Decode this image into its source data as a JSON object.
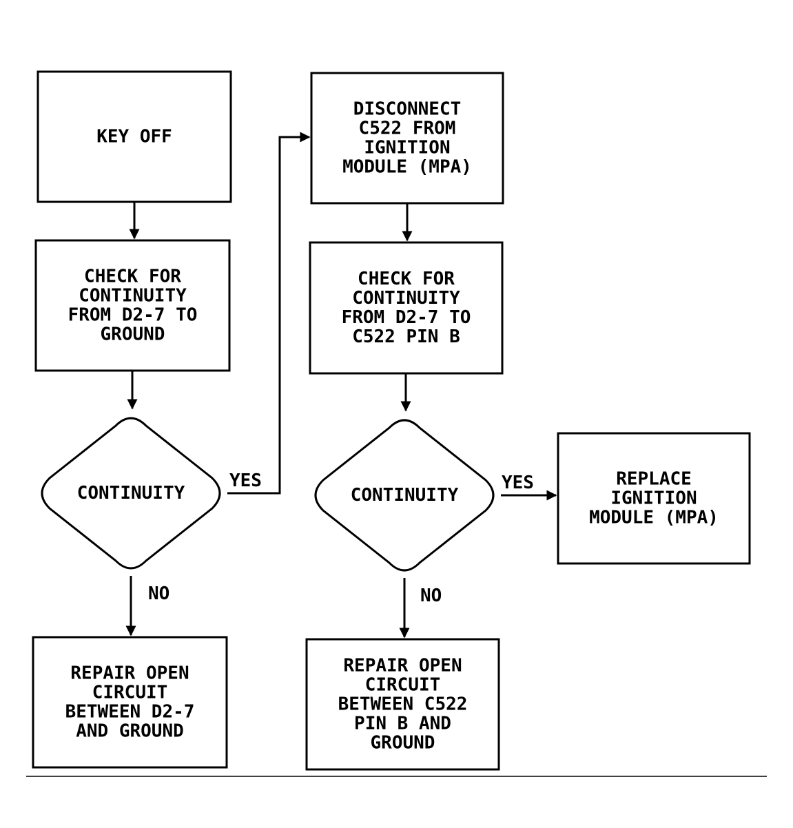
{
  "diagram": {
    "type": "flowchart",
    "nodes": {
      "key_off": {
        "shape": "process",
        "lines": [
          "KEY OFF"
        ]
      },
      "check_ground": {
        "shape": "process",
        "lines": [
          "CHECK FOR",
          "CONTINUITY",
          "FROM D2-7 TO",
          "GROUND"
        ]
      },
      "continuity_1": {
        "shape": "decision",
        "lines": [
          "CONTINUITY"
        ]
      },
      "repair_ground": {
        "shape": "process",
        "lines": [
          "REPAIR OPEN",
          "CIRCUIT",
          "BETWEEN D2-7",
          "AND GROUND"
        ]
      },
      "disconnect": {
        "shape": "process",
        "lines": [
          "DISCONNECT",
          "C522 FROM",
          "IGNITION",
          "MODULE (MPA)"
        ]
      },
      "check_pin": {
        "shape": "process",
        "lines": [
          "CHECK FOR",
          "CONTINUITY",
          "FROM D2-7 TO",
          "C522 PIN B"
        ]
      },
      "continuity_2": {
        "shape": "decision",
        "lines": [
          "CONTINUITY"
        ]
      },
      "repair_pin": {
        "shape": "process",
        "lines": [
          "REPAIR OPEN",
          "CIRCUIT",
          "BETWEEN C522",
          "PIN B AND",
          "GROUND"
        ]
      },
      "replace_module": {
        "shape": "process",
        "lines": [
          "REPLACE",
          "IGNITION",
          "MODULE (MPA)"
        ]
      }
    },
    "edges": [
      {
        "from": "key_off",
        "to": "check_ground",
        "label": ""
      },
      {
        "from": "check_ground",
        "to": "continuity_1",
        "label": ""
      },
      {
        "from": "continuity_1",
        "to": "repair_ground",
        "label": "NO"
      },
      {
        "from": "continuity_1",
        "to": "disconnect",
        "label": "YES"
      },
      {
        "from": "disconnect",
        "to": "check_pin",
        "label": ""
      },
      {
        "from": "check_pin",
        "to": "continuity_2",
        "label": ""
      },
      {
        "from": "continuity_2",
        "to": "repair_pin",
        "label": "NO"
      },
      {
        "from": "continuity_2",
        "to": "replace_module",
        "label": "YES"
      }
    ]
  }
}
